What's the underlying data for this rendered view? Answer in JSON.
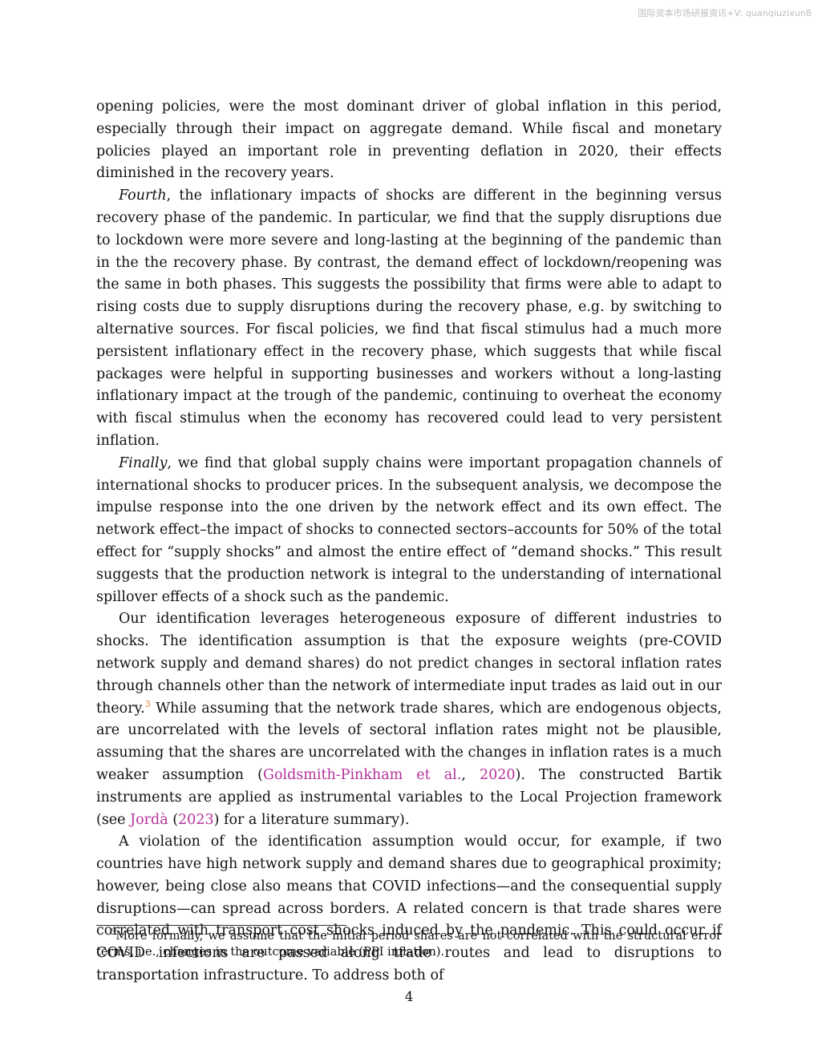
{
  "watermark": "国际资本市场研报资讯+V: quanqiuzixun8",
  "paragraphs": {
    "p1": "opening policies, were the most dominant driver of global inflation in this period, especially through their impact on aggregate demand. While fiscal and monetary policies played an important role in preventing deflation in 2020, their effects diminished in the recovery years.",
    "p2_lead": "Fourth",
    "p2_body": ", the inflationary impacts of shocks are different in the beginning versus recovery phase of the pandemic. In particular, we find that the supply disruptions due to lockdown were more severe and long-lasting at the beginning of the pandemic than in the the recovery phase. By contrast, the demand effect of lockdown/reopening was the same in both phases. This suggests the possibility that firms were able to adapt to rising costs due to supply disruptions during the recovery phase, e.g. by switching to alternative sources. For fiscal policies, we find that fiscal stimulus had a much more persistent inflationary effect in the recovery phase, which suggests that while fiscal packages were helpful in supporting businesses and workers without a long-lasting inflationary impact at the trough of the pandemic, continuing to overheat the economy with fiscal stimulus when the economy has recovered could lead to very persistent inflation.",
    "p3_lead": "Finally",
    "p3_body": ", we find that global supply chains were important propagation channels of international shocks to producer prices. In the subsequent analysis, we decompose the impulse response into the one driven by the network effect and its own effect. The network effect–the impact of shocks to connected sectors–accounts for 50% of the total effect for “supply shocks” and almost the entire effect of “demand shocks.” This result suggests that the production network is integral to the understanding of international spillover effects of a shock such as the pandemic.",
    "p4_a": "Our identification leverages heterogeneous exposure of different industries to shocks. The identification assumption is that the exposure weights (pre-COVID network supply and demand shares) do not predict changes in sectoral inflation rates through channels other than the network of intermediate input trades as laid out in our theory.",
    "p4_fn": "3",
    "p4_b": " While assuming that the network trade shares, which are endogenous objects, are uncorrelated with the levels of sectoral inflation rates might not be plausible, assuming that the shares are uncorrelated with the changes in inflation rates is a much weaker assumption (",
    "p4_cite1": "Goldsmith-Pinkham et al.",
    "p4_c": ", ",
    "p4_cite1_year": "2020",
    "p4_d": "). The constructed Bartik instruments are applied as instrumental variables to the Local Projection framework (see ",
    "p4_cite2": "Jordà",
    "p4_e": " (",
    "p4_cite2_year": "2023",
    "p4_f": ") for a literature summary).",
    "p5": "A violation of the identification assumption would occur, for example, if two countries have high network supply and demand shares due to geographical proximity; however, being close also means that COVID infections—and the consequential supply disruptions—can spread across borders. A related concern is that trade shares were correlated with transport cost shocks induced by the pandemic. This could occur if COVID infections are passed along trade routes and lead to disruptions to transportation infrastructure. To address both of"
  },
  "footnote": {
    "number": "3",
    "text": "More formally, we assume that the initial period shares are not correlated with the structural error terms, i.e., changes in the outcome variable (PPI inflation)."
  },
  "page_number": "4"
}
